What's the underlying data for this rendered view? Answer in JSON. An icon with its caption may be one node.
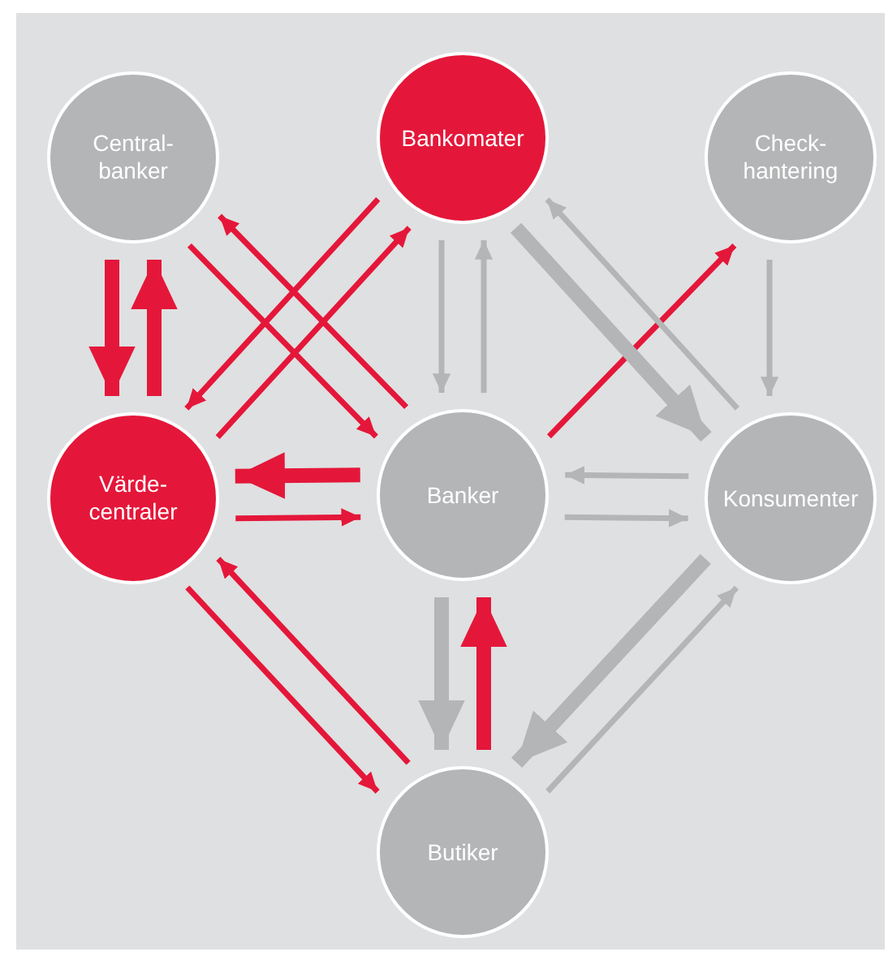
{
  "diagram": {
    "nodes": [
      {
        "text": [
          "Central- banker"
        ]
      },
      {
        "text": [
          "Bankomater"
        ]
      },
      {
        "text": [
          "Check- hantering"
        ]
      },
      {
        "text": [
          "Värde- centraler"
        ]
      },
      {
        "text": [
          "Banker"
        ]
      },
      {
        "text": [
          "Konsumenter"
        ]
      },
      {
        "text": [
          "Butiker"
        ]
      }
    ],
    "edges": [
      {
        "from": 3,
        "to": 0,
        "arrow": "to",
        "style": "thick"
      },
      {
        "from": 0,
        "to": 3,
        "arrow": "to",
        "style": "thick"
      },
      {
        "from": 3,
        "to": 1,
        "arrow": "to"
      },
      {
        "from": 1,
        "to": 3,
        "arrow": "to"
      },
      {
        "from": 4,
        "to": 0,
        "arrow": "to"
      },
      {
        "from": 0,
        "to": 4,
        "arrow": "to"
      },
      {
        "from": 3,
        "to": 4,
        "arrow": "to"
      },
      {
        "from": 4,
        "to": 3,
        "arrow": "to",
        "style": "thick"
      },
      {
        "from": 4,
        "to": 2,
        "arrow": "to"
      },
      {
        "from": 6,
        "to": 4,
        "arrow": "to",
        "style": "thick"
      },
      {
        "from": 6,
        "to": 3,
        "arrow": "to"
      },
      {
        "from": 3,
        "to": 6,
        "arrow": "to"
      },
      {
        "from": 4,
        "to": 1,
        "arrow": "to",
        "color": "#b4b5b6"
      },
      {
        "from": 1,
        "to": 4,
        "arrow": "to",
        "color": "#b4b5b6"
      },
      {
        "from": 1,
        "to": 5,
        "arrow": "to",
        "style": "thick",
        "color": "#b4b5b6"
      },
      {
        "from": 5,
        "to": 1,
        "arrow": "to",
        "color": "#b4b5b6"
      },
      {
        "from": 2,
        "to": 5,
        "arrow": "to",
        "color": "#b4b5b6"
      },
      {
        "from": 4,
        "to": 5,
        "arrow": "to",
        "color": "#b4b5b6"
      },
      {
        "from": 5,
        "to": 4,
        "arrow": "to",
        "color": "#b4b5b6"
      },
      {
        "from": 4,
        "to": 6,
        "arrow": "to",
        "style": "thick",
        "color": "#b4b5b6"
      },
      {
        "from": 6,
        "to": 5,
        "arrow": "to",
        "color": "#b4b5b6"
      },
      {
        "from": 5,
        "to": 6,
        "arrow": "to",
        "style": "thick",
        "color": "#b4b5b6"
      }
    ]
  }
}
